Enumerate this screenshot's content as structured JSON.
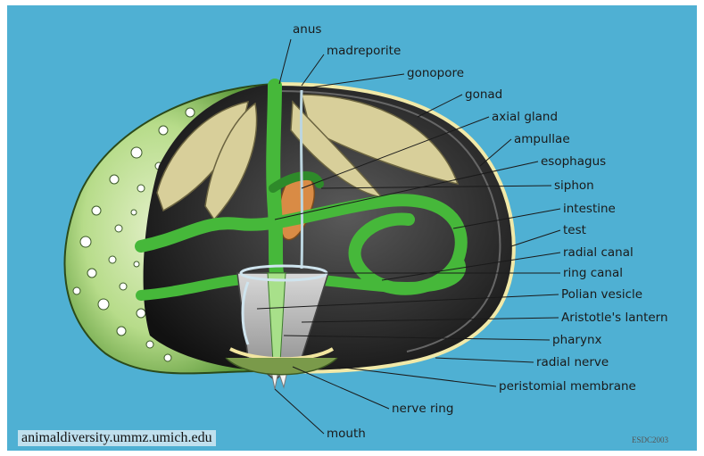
{
  "labels": [
    {
      "id": "anus",
      "text": "anus"
    },
    {
      "id": "madreporite",
      "text": "madreporite"
    },
    {
      "id": "gonopore",
      "text": "gonopore"
    },
    {
      "id": "gonad",
      "text": "gonad"
    },
    {
      "id": "axial-gland",
      "text": "axial gland"
    },
    {
      "id": "ampullae",
      "text": "ampullae"
    },
    {
      "id": "esophagus",
      "text": "esophagus"
    },
    {
      "id": "siphon",
      "text": "siphon"
    },
    {
      "id": "intestine",
      "text": "intestine"
    },
    {
      "id": "test",
      "text": "test"
    },
    {
      "id": "radial-canal",
      "text": "radial canal"
    },
    {
      "id": "ring-canal",
      "text": "ring canal"
    },
    {
      "id": "polian-vesicle",
      "text": "Polian vesicle"
    },
    {
      "id": "aristotles-lantern",
      "text": "Aristotle's lantern"
    },
    {
      "id": "pharynx",
      "text": "pharynx"
    },
    {
      "id": "radial-nerve",
      "text": "radial nerve"
    },
    {
      "id": "peristomial-membrane",
      "text": "peristomial membrane"
    },
    {
      "id": "nerve-ring",
      "text": "nerve ring"
    },
    {
      "id": "mouth",
      "text": "mouth"
    }
  ],
  "credit": "animaldiversity.ummz.umich.edu",
  "copyright": "ESDC2003",
  "colors": {
    "background": "#4fb0d3",
    "shell": "#a9d27a",
    "gut": "#46b83a",
    "gonad": "#d8cf9a",
    "axial_gland": "#d98b45",
    "interior": "#2a2a2a"
  }
}
